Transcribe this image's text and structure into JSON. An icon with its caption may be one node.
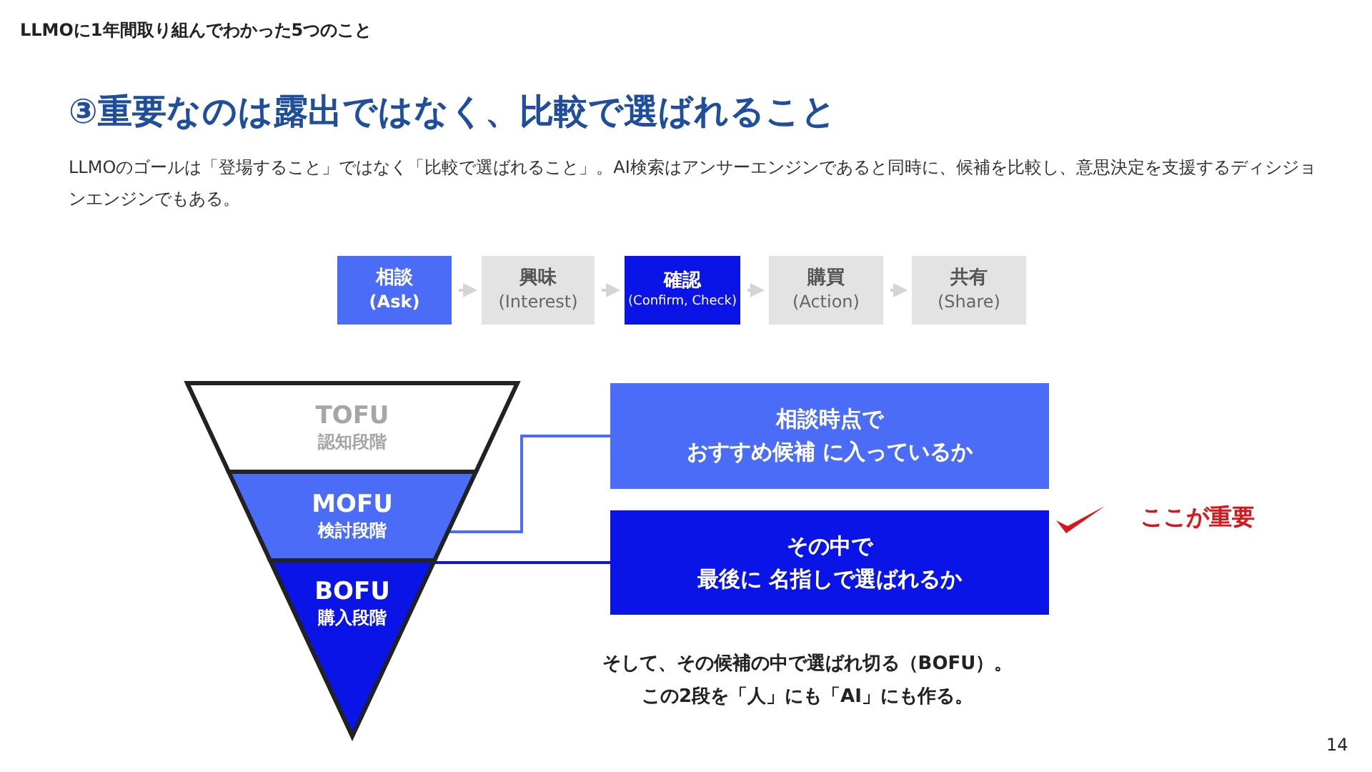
{
  "diagram": {
    "title": "③重要なのは露出ではなく、比較で選ばれること",
    "nodes": [
      {
        "text": [
          "相談",
          "(Ask)"
        ]
      },
      {
        "text": [
          "興味",
          "(Interest)"
        ]
      },
      {
        "text": [
          "確認",
          "(Confirm, Check)"
        ]
      },
      {
        "text": [
          "購買",
          "(Action)"
        ]
      },
      {
        "text": [
          "共有",
          "(Share)"
        ]
      },
      {
        "text": [
          "TOFU",
          "認知段階"
        ]
      },
      {
        "text": [
          "MOFU",
          "検討段階"
        ]
      },
      {
        "text": [
          "BOFU",
          "購入段階"
        ]
      },
      {
        "text": [
          "相談時点で",
          "**おすすめ候補** に入っているか"
        ]
      },
      {
        "text": [
          "その中で",
          "最後に **名指し**で選ばれるか"
        ]
      }
    ],
    "edges": [
      {
        "from": 0,
        "to": 1,
        "arrow": "to"
      },
      {
        "from": 1,
        "to": 2,
        "arrow": "to"
      },
      {
        "from": 2,
        "to": 3,
        "arrow": "to"
      },
      {
        "from": 3,
        "to": 4,
        "arrow": "to"
      },
      {
        "from": 6,
        "to": 8,
        "arrow": "none",
        "color": "#4a6cf7"
      },
      {
        "from": 7,
        "to": 9,
        "arrow": "none",
        "color": "#0a14e6"
      }
    ],
    "labels": [
      "LLMOに1年間取り組んでわかった5つのこと",
      "LLMOのゴールは「登場すること」ではなく「比較で選ばれること」。AI検索はアンサーエンジンであると同時に、候補を比較し、意思決定を支援するディシジョンエンジンでもある。",
      "ここが重要",
      "そして、その候補の中で選ばれ切る（BOFU）。",
      "この2段を「人」にも「AI」にも作る。",
      "14"
    ]
  }
}
